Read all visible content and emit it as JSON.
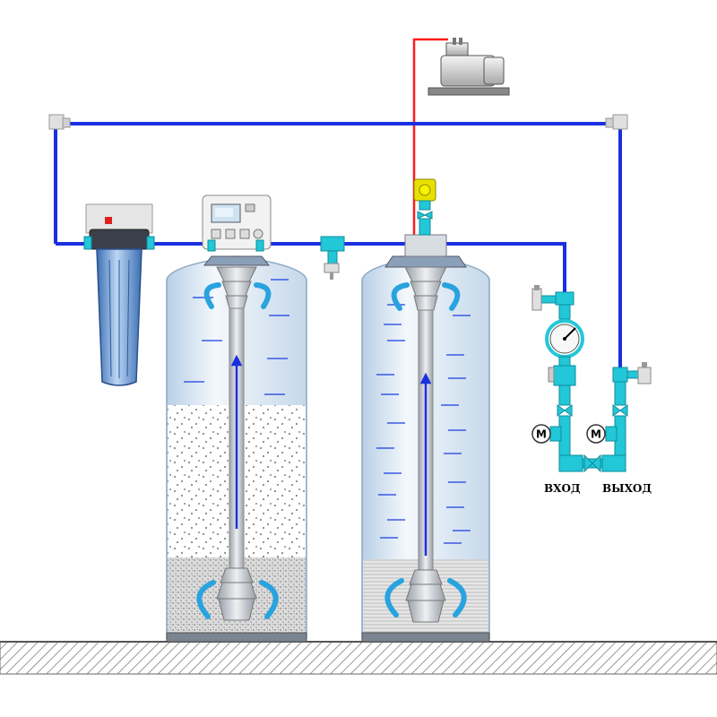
{
  "labels": {
    "inlet": "ВХОД",
    "outlet": "ВЫХОД",
    "motor_symbol": "M"
  },
  "colors": {
    "water_pipe": "#1a2fe0",
    "air_pipe": "#ff1a1a",
    "fittings": "#22c7d8",
    "tank_shell": "#c9dff2",
    "media": "#f2f2f2",
    "ground_hatch": "#888888"
  },
  "icons": [
    "compressor-icon",
    "solenoid-valve-icon",
    "control-valve-icon",
    "cartridge-filter-icon",
    "pressure-gauge-icon",
    "motorized-valve-icon",
    "ball-valve-icon",
    "sample-tap-icon",
    "flow-arrow-icon"
  ]
}
